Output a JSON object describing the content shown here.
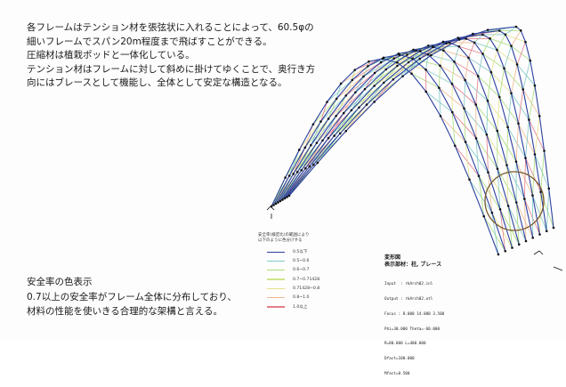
{
  "description": {
    "lines": [
      "各フレームはテンション材を張弦状に入れることによって、60.5φの",
      "細いフレームでスパン20m程度まで飛ばすことができる。",
      "圧縮材は植栽ポッドと一体化している。",
      "テンション材はフレームに対して斜めに掛けてゆくことで、奥行き方",
      "向にはブレースとして機能し、全体として安定な構造となる。"
    ]
  },
  "safety": {
    "title": "安全率の色表示",
    "lines": [
      "0.7以上の安全率がフレーム全体に分布しており、",
      "材料の性能を使いきる合理的な架構と言える。"
    ]
  },
  "legend": {
    "title_lines": [
      "安全率(検定比)の範囲により",
      "以下のように色分けする"
    ],
    "items": [
      {
        "label": "0.5以下",
        "color": "#2b3f9e"
      },
      {
        "label": "0.5~0.6",
        "color": "#7fc9c4"
      },
      {
        "label": "0.6~0.7",
        "color": "#a9dd7a"
      },
      {
        "label": "0.7~0.71428",
        "color": "#cfe58a"
      },
      {
        "label": "0.71428~0.8",
        "color": "#e6e28a"
      },
      {
        "label": "0.8~1.0",
        "color": "#f0b98e"
      },
      {
        "label": "1.0以上",
        "color": "#e47d8a"
      }
    ]
  },
  "info": {
    "title_lines": [
      "変形図",
      "表示部材：柱, ブレース"
    ],
    "lines": [
      "Input  : rkArch02.inl",
      "Output : rkArch02.otl",
      "Focus : 8.000 14.000 3.500",
      "Phi=30.000 Theta=-60.000",
      "R=80.000 L=480.000",
      "Dfact=100.000",
      "Mfact=0.500"
    ]
  },
  "colors": {
    "frame": "#2b3f9e",
    "brace_cyan": "#7fc9c4",
    "brace_green": "#a9dd7a",
    "brace_yellow": "#e6e28a",
    "brace_orange": "#f0b98e",
    "brace_pink": "#e47d8a",
    "node": "#111111",
    "circle": "#7a5a2a"
  }
}
